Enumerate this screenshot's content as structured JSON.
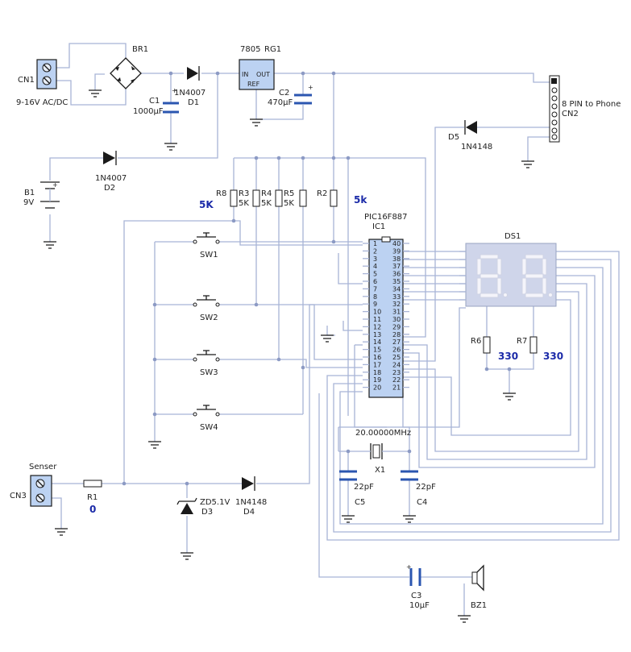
{
  "labels": {
    "cn1": "CN1",
    "cn1_desc": "9-16V AC/DC",
    "br1": "BR1",
    "c1": "C1",
    "c1_val": "1000µF",
    "d1": "D1",
    "d1_part": "1N4007",
    "rg_part": "7805",
    "rg1": "RG1",
    "rg_in": "IN",
    "rg_out": "OUT",
    "rg_ref": "REF",
    "c2": "C2",
    "c2_val": "470µF",
    "cn2": "CN2",
    "cn2_desc": "8 PIN to Phone",
    "d5": "D5",
    "d5_part": "1N4148",
    "b1": "B1",
    "b1_val": "9V",
    "d2": "D2",
    "d2_part": "1N4007",
    "r8": "R8",
    "r3": "R3",
    "r3_val": "5K",
    "r4": "R4",
    "r4_val": "5K",
    "r5": "R5",
    "r5_val": "5K",
    "r2": "R2",
    "val_5k_a": "5K",
    "val_5k_b": "5k",
    "ic_part": "PIC16F887",
    "ic1": "IC1",
    "ds1": "DS1",
    "sw1": "SW1",
    "sw2": "SW2",
    "sw3": "SW3",
    "sw4": "SW4",
    "r6": "R6",
    "r7": "R7",
    "val_330_a": "330",
    "val_330_b": "330",
    "crystal_freq": "20.00000MHz",
    "x1": "X1",
    "c5": "C5",
    "c5_val": "22pF",
    "c4": "C4",
    "c4_val": "22pF",
    "senser": "Senser",
    "cn3": "CN3",
    "r1": "R1",
    "r1_val": "0",
    "d3": "D3",
    "d3_part": "ZD5.1V",
    "d4": "D4",
    "d4_part": "1N4148",
    "c3": "C3",
    "c3_val": "10µF",
    "bz1": "BZ1",
    "plus": "+"
  },
  "ic_pins_left": [
    "1",
    "2",
    "3",
    "4",
    "5",
    "6",
    "7",
    "8",
    "9",
    "10",
    "11",
    "12",
    "13",
    "14",
    "15",
    "16",
    "17",
    "18",
    "19",
    "20"
  ],
  "ic_pins_right": [
    "40",
    "39",
    "38",
    "37",
    "36",
    "35",
    "34",
    "33",
    "32",
    "31",
    "30",
    "29",
    "28",
    "27",
    "26",
    "25",
    "24",
    "23",
    "22",
    "21"
  ]
}
